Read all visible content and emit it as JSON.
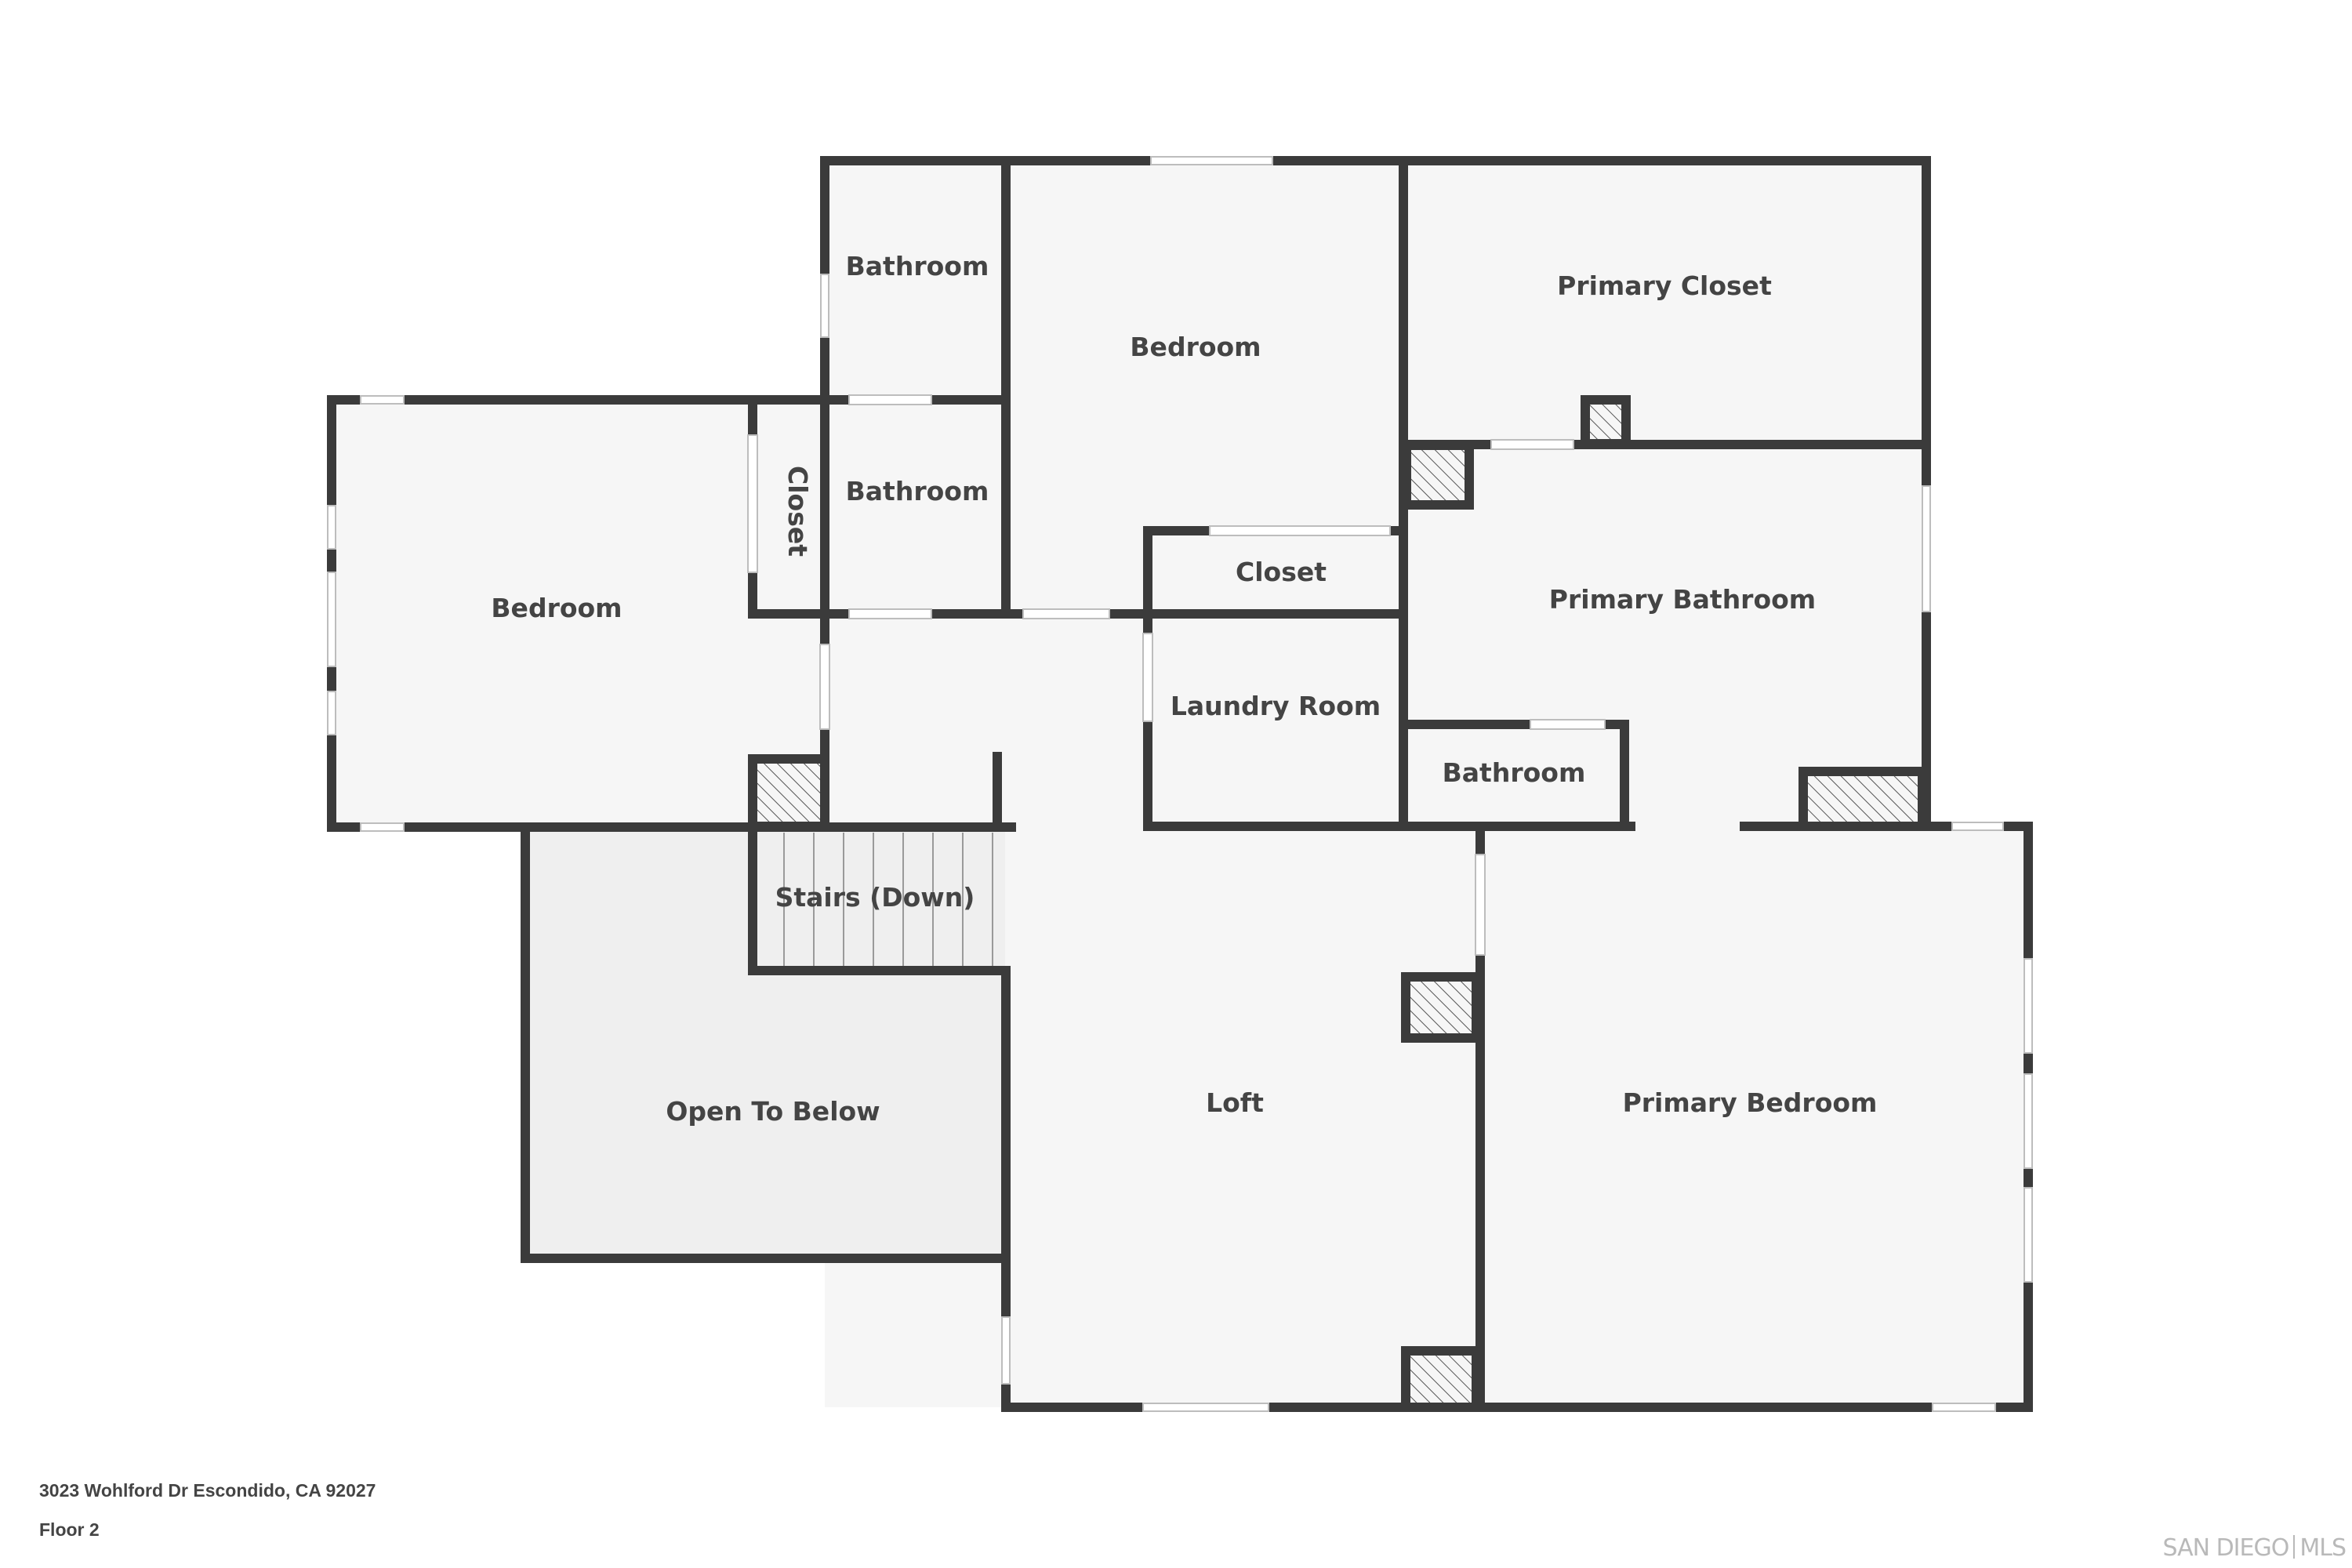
{
  "address": "3023 Wohlford Dr Escondido, CA 92027",
  "floor_label": "Floor 2",
  "brand": {
    "left": "SAN DIEGO",
    "right": "MLS"
  },
  "colors": {
    "wall": "#3b3b3b",
    "floor": "#f6f6f6",
    "open_below": "#efefef",
    "label": "#444444"
  },
  "rooms": {
    "bathroom_top": "Bathroom",
    "bedroom_top": "Bedroom",
    "primary_closet": "Primary Closet",
    "bedroom_left": "Bedroom",
    "closet_vertical": "Closet",
    "bathroom_middle": "Bathroom",
    "closet_middle": "Closet",
    "primary_bathroom": "Primary Bathroom",
    "laundry_room": "Laundry Room",
    "bathroom_small": "Bathroom",
    "stairs": "Stairs (Down)",
    "open_to_below": "Open To Below",
    "loft": "Loft",
    "primary_bedroom": "Primary Bedroom"
  }
}
